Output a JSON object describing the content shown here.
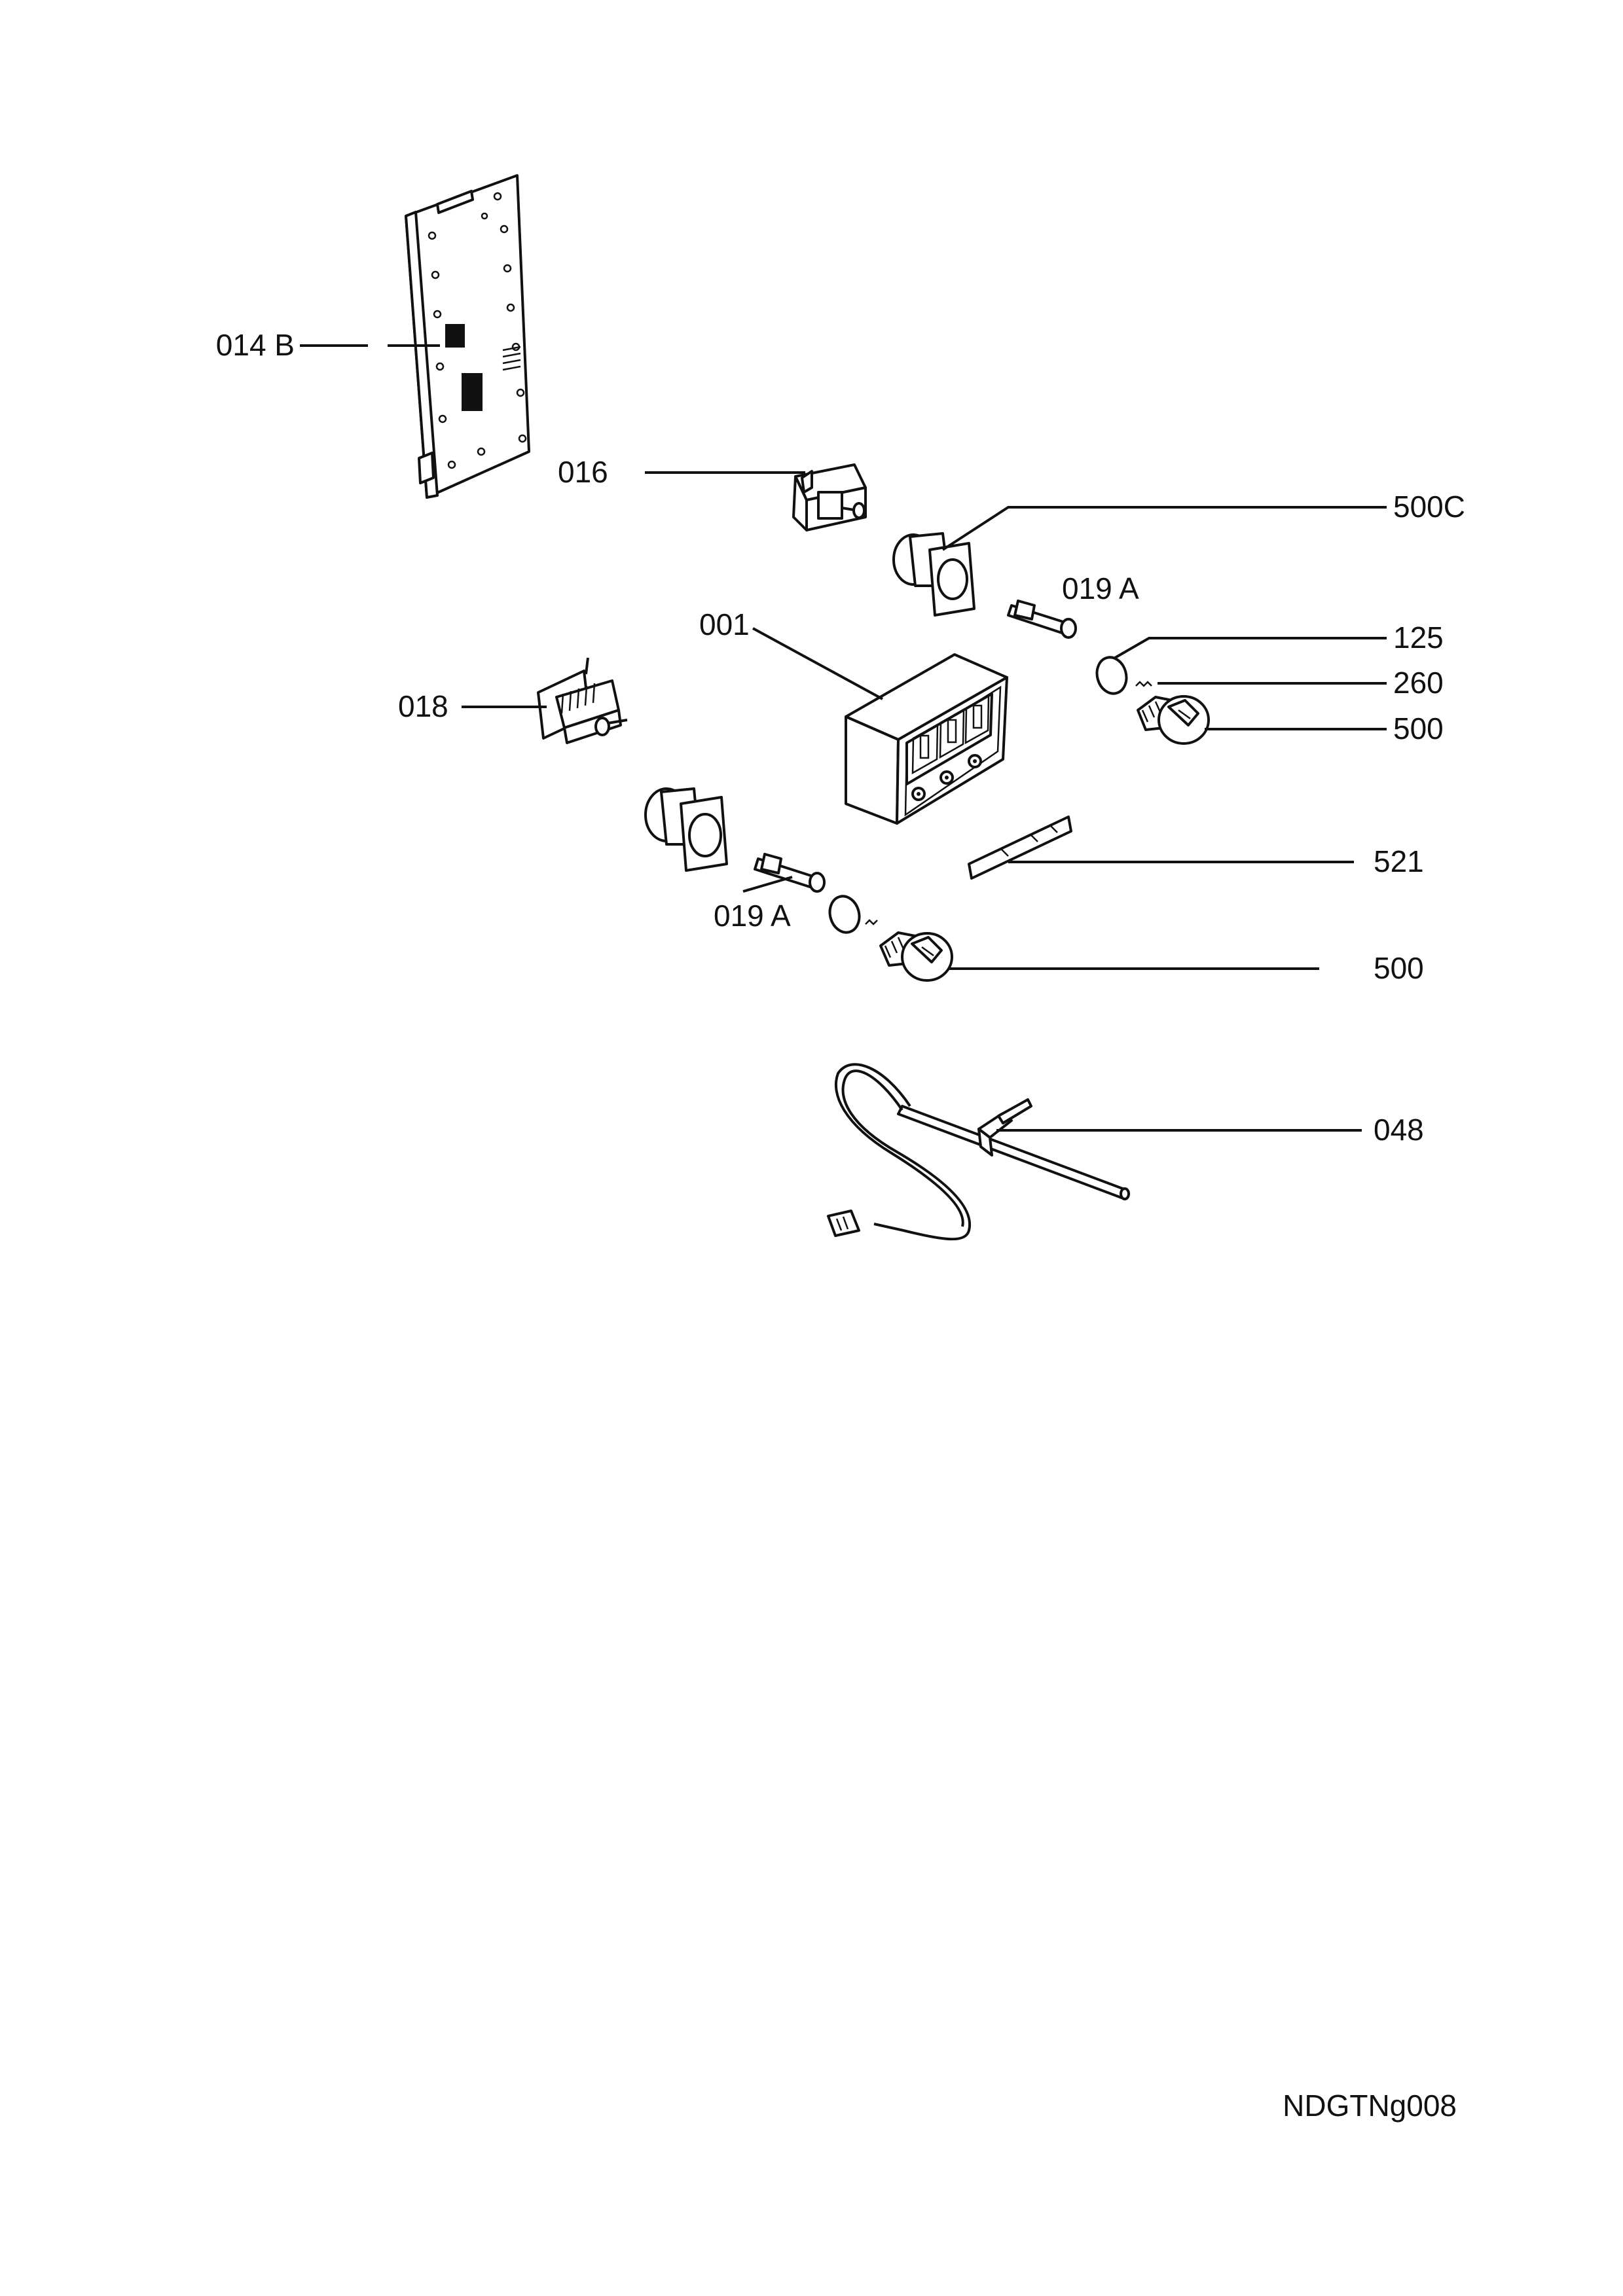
{
  "diagram": {
    "part_labels": {
      "pcb": "014 B",
      "switch_016": "016",
      "lamp_holder_upper": "500C",
      "indicator_upper": "019 A",
      "display_timer": "001",
      "ring": "125",
      "spring": "260",
      "knob_upper": "500",
      "selector_018": "018",
      "trim_strip": "521",
      "indicator_lower": "019 A",
      "knob_lower": "500",
      "meat_probe": "048"
    },
    "drawing_code": "NDGTNg008"
  }
}
